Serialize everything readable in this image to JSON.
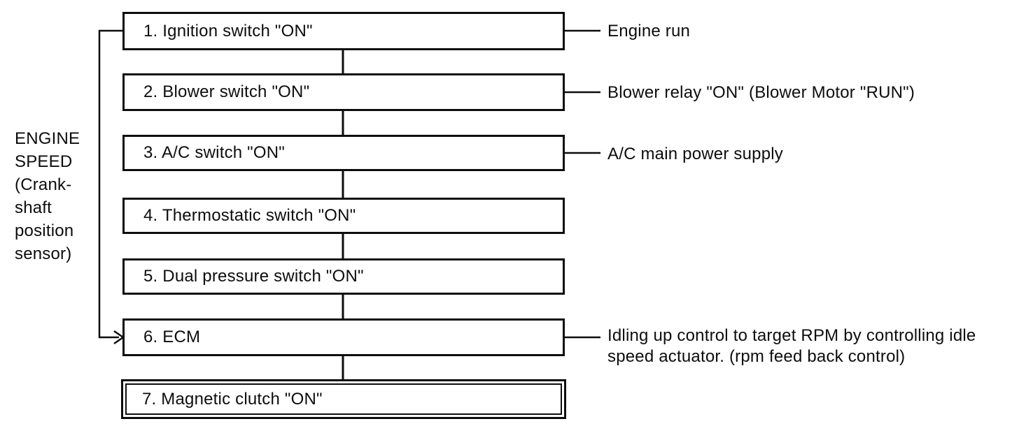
{
  "colors": {
    "ink": "#0d0d0d",
    "background": "#ffffff"
  },
  "diagram": {
    "side_label": "ENGINE\nSPEED\n(Crank-\nshaft\nposition\nsensor)",
    "steps": [
      {
        "label": "1. Ignition switch \"ON\"",
        "note": "Engine run"
      },
      {
        "label": "2. Blower switch \"ON\"",
        "note": "Blower relay \"ON\" (Blower Motor \"RUN\")"
      },
      {
        "label": "3. A/C switch \"ON\"",
        "note": "A/C main power supply"
      },
      {
        "label": "4. Thermostatic switch \"ON\"",
        "note": ""
      },
      {
        "label": "5. Dual pressure switch \"ON\"",
        "note": ""
      },
      {
        "label": "6. ECM",
        "note": "Idling up control to target RPM by controlling idle speed actuator. (rpm feed back control)"
      },
      {
        "label": "7. Magnetic clutch \"ON\"",
        "note": ""
      }
    ]
  }
}
